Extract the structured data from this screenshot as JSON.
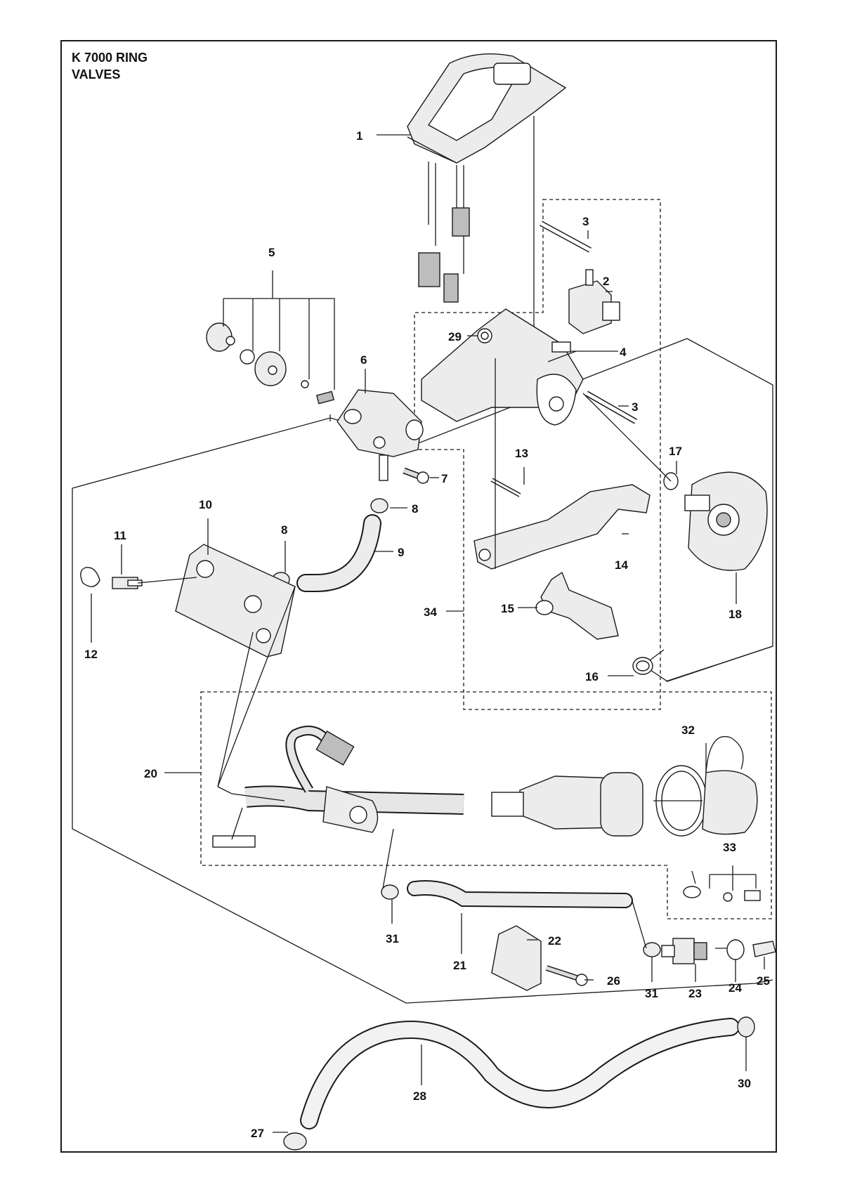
{
  "title": {
    "line1": "K 7000 RING",
    "line2": "VALVES"
  },
  "callouts": [
    {
      "id": "c1",
      "text": "1"
    },
    {
      "id": "c2",
      "text": "2"
    },
    {
      "id": "c3a",
      "text": "3"
    },
    {
      "id": "c3b",
      "text": "3"
    },
    {
      "id": "c4",
      "text": "4"
    },
    {
      "id": "c5",
      "text": "5"
    },
    {
      "id": "c6",
      "text": "6"
    },
    {
      "id": "c7",
      "text": "7"
    },
    {
      "id": "c8a",
      "text": "8"
    },
    {
      "id": "c8b",
      "text": "8"
    },
    {
      "id": "c9",
      "text": "9"
    },
    {
      "id": "c10",
      "text": "10"
    },
    {
      "id": "c11",
      "text": "11"
    },
    {
      "id": "c12",
      "text": "12"
    },
    {
      "id": "c13",
      "text": "13"
    },
    {
      "id": "c14",
      "text": "14"
    },
    {
      "id": "c15",
      "text": "15"
    },
    {
      "id": "c16",
      "text": "16"
    },
    {
      "id": "c17",
      "text": "17"
    },
    {
      "id": "c18",
      "text": "18"
    },
    {
      "id": "c20",
      "text": "20"
    },
    {
      "id": "c21",
      "text": "21"
    },
    {
      "id": "c22",
      "text": "22"
    },
    {
      "id": "c23",
      "text": "23"
    },
    {
      "id": "c24",
      "text": "24"
    },
    {
      "id": "c25",
      "text": "25"
    },
    {
      "id": "c26",
      "text": "26"
    },
    {
      "id": "c27",
      "text": "27"
    },
    {
      "id": "c28",
      "text": "28"
    },
    {
      "id": "c29",
      "text": "29"
    },
    {
      "id": "c30",
      "text": "30"
    },
    {
      "id": "c31a",
      "text": "31"
    },
    {
      "id": "c31b",
      "text": "31"
    },
    {
      "id": "c32",
      "text": "32"
    },
    {
      "id": "c33",
      "text": "33"
    },
    {
      "id": "c34",
      "text": "34"
    }
  ]
}
